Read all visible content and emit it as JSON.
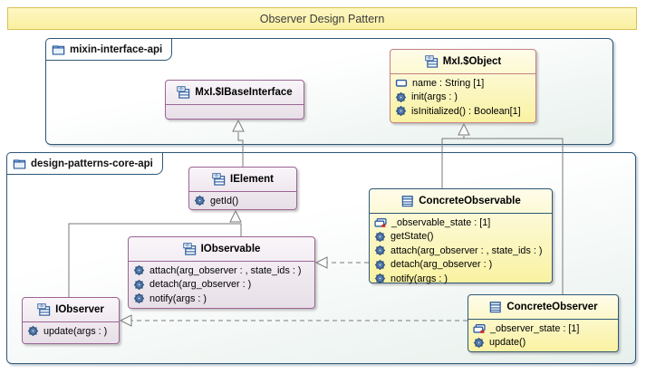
{
  "title_bar": {
    "label": "Observer Design Pattern"
  },
  "packages": {
    "mixin": {
      "label": "mixin-interface-api"
    },
    "core": {
      "label": "design-patterns-core-api"
    }
  },
  "classes": {
    "ibaseinterface": {
      "title": "MxI.$IBaseInterface",
      "attributes": [],
      "operations": []
    },
    "object": {
      "title": "MxI.$Object",
      "attributes": [
        "name : String [1]"
      ],
      "operations": [
        "init(args : )",
        "isInitialized() : Boolean[1]"
      ]
    },
    "ielement": {
      "title": "IElement",
      "attributes": [],
      "operations": [
        "getId()"
      ]
    },
    "iobservable": {
      "title": "IObservable",
      "attributes": [],
      "operations": [
        "attach(arg_observer : , state_ids : )",
        "detach(arg_observer : )",
        "notify(args : )"
      ]
    },
    "iobserver": {
      "title": "IObserver",
      "attributes": [],
      "operations": [
        "update(args : )"
      ]
    },
    "concreteobservable": {
      "title": "ConcreteObservable",
      "attributes": [
        "_observable_state :  [1]"
      ],
      "operations": [
        "getState()",
        "attach(arg_observer : , state_ids : )",
        "detach(arg_observer : )",
        "notify(args : )"
      ]
    },
    "concreteobserver": {
      "title": "ConcreteObserver",
      "attributes": [
        "_observer_state :  [1]"
      ],
      "operations": [
        "update()"
      ]
    }
  },
  "relations": [
    {
      "type": "generalization",
      "from": "IElement",
      "to": "MxI.$IBaseInterface"
    },
    {
      "type": "generalization",
      "from": "IObservable",
      "to": "IElement"
    },
    {
      "type": "generalization",
      "from": "IObserver",
      "to": "IElement"
    },
    {
      "type": "generalization",
      "from": "ConcreteObservable",
      "to": "MxI.$Object"
    },
    {
      "type": "generalization",
      "from": "ConcreteObserver",
      "to": "MxI.$Object"
    },
    {
      "type": "realization",
      "from": "ConcreteObservable",
      "to": "IObservable"
    },
    {
      "type": "realization",
      "from": "ConcreteObserver",
      "to": "IObserver"
    }
  ],
  "colors": {
    "banner_fill": "#faf0a0",
    "banner_fill_top": "#fdf6c2",
    "banner_border": "#d9c257",
    "package_border": "#2e5878",
    "interface_border": "#9d6394",
    "object_border": "#c47f82",
    "concrete_border": "#2e5878",
    "class_yellow_fill": "#f9f2a2",
    "interface_fill": "#e7dfe7",
    "connector": "#7a7a7a",
    "icon_blue": "#2a5b9e"
  }
}
